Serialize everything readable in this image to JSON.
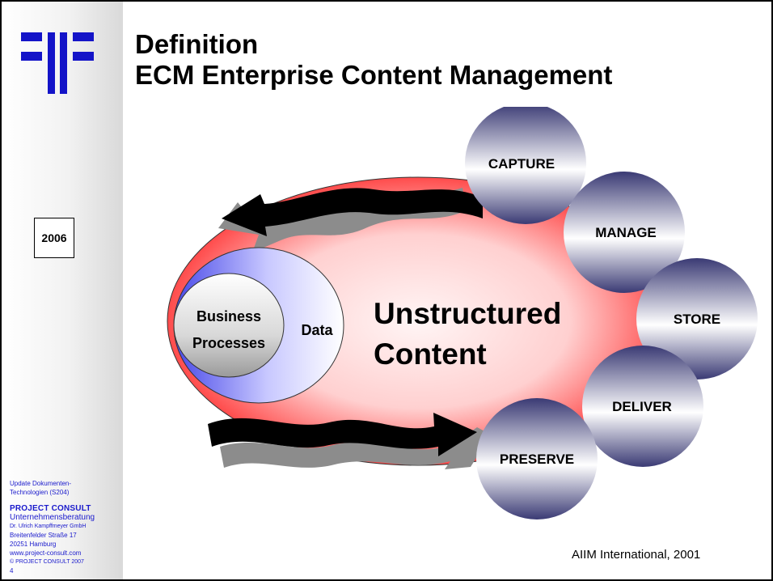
{
  "slide": {
    "title_line1": "Definition",
    "title_line2": "ECM Enterprise Content Management",
    "year": "2006",
    "source": "AIIM International, 2001"
  },
  "diagram": {
    "center_label_line1": "Unstructured",
    "center_label_line2": "Content",
    "inner_label_line1": "Business",
    "inner_label_line2": "Processes",
    "data_label": "Data",
    "circles": [
      "CAPTURE",
      "MANAGE",
      "STORE",
      "DELIVER",
      "PRESERVE"
    ]
  },
  "footer": {
    "course_line1": "Update Dokumenten-",
    "course_line2": "Technologien (S204)",
    "company": "PROJECT  CONSULT",
    "subtitle": "Unternehmensberatung",
    "owner": "Dr. Ulrich Kampffmeyer  GmbH",
    "street": "Breitenfelder Straße 17",
    "city": "20251 Hamburg",
    "website": "www.project-consult.com",
    "copyright": "© PROJECT CONSULT  2007",
    "page": "4"
  },
  "colors": {
    "logo_blue": "#1414c8",
    "footer_blue": "#1a1acc",
    "ellipse_red": "#ff2a2a",
    "circle_navy": "#3c3c78"
  }
}
